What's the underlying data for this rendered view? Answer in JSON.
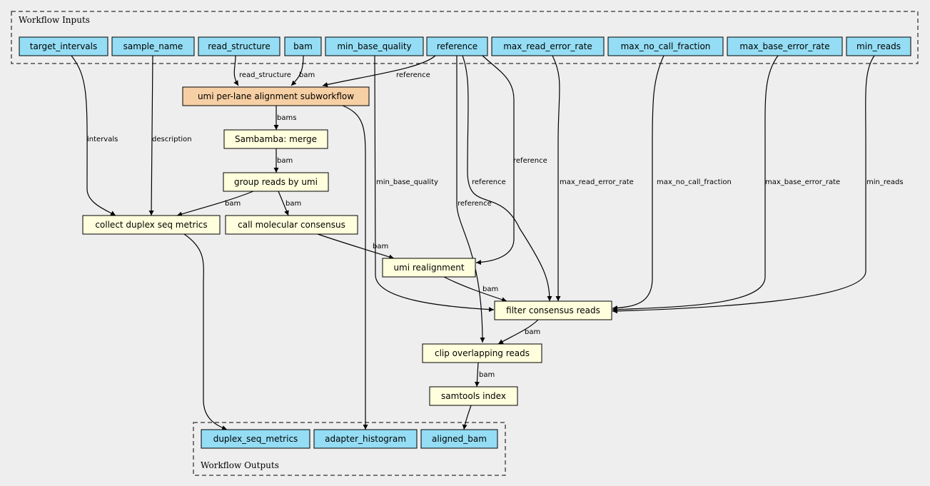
{
  "clusters": {
    "inputs_title": "Workflow Inputs",
    "outputs_title": "Workflow Outputs"
  },
  "colors": {
    "input_fill": "#94ddf4",
    "step_fill": "#ffffdd",
    "subworkflow_fill": "#f7cfa4",
    "background": "#eeeeee"
  },
  "nodes": {
    "target_intervals": "target_intervals",
    "sample_name": "sample_name",
    "read_structure": "read_structure",
    "bam": "bam",
    "min_base_quality": "min_base_quality",
    "reference": "reference",
    "max_read_error_rate": "max_read_error_rate",
    "max_no_call_fraction": "max_no_call_fraction",
    "max_base_error_rate": "max_base_error_rate",
    "min_reads": "min_reads",
    "alignment_subworkflow": "umi per-lane alignment subworkflow",
    "merge": "Sambamba: merge",
    "group_reads": "group reads by umi",
    "duplex_metrics": "collect duplex seq metrics",
    "call_consensus": "call molecular consensus",
    "realignment": "umi realignment",
    "filter_consensus": "filter consensus reads",
    "clip_reads": "clip overlapping reads",
    "samtools_index": "samtools index",
    "duplex_seq_metrics": "duplex_seq_metrics",
    "adapter_histogram": "adapter_histogram",
    "aligned_bam": "aligned_bam"
  },
  "edge_labels": {
    "read_structure": "read_structure",
    "bam": "bam",
    "reference": "reference",
    "bams": "bams",
    "merge_bam": "bam",
    "intervals": "intervals",
    "description": "description",
    "min_base_quality": "min_base_quality",
    "ref_clip": "reference",
    "ref_filter": "reference",
    "ref_realign": "reference",
    "max_read_error_rate": "max_read_error_rate",
    "max_no_call_fraction": "max_no_call_fraction",
    "max_base_error_rate": "max_base_error_rate",
    "min_reads": "min_reads",
    "group_bam_metrics": "bam",
    "group_bam_consensus": "bam",
    "consensus_bam": "bam",
    "realign_bam": "bam",
    "filter_bam": "bam",
    "clip_bam": "bam"
  }
}
